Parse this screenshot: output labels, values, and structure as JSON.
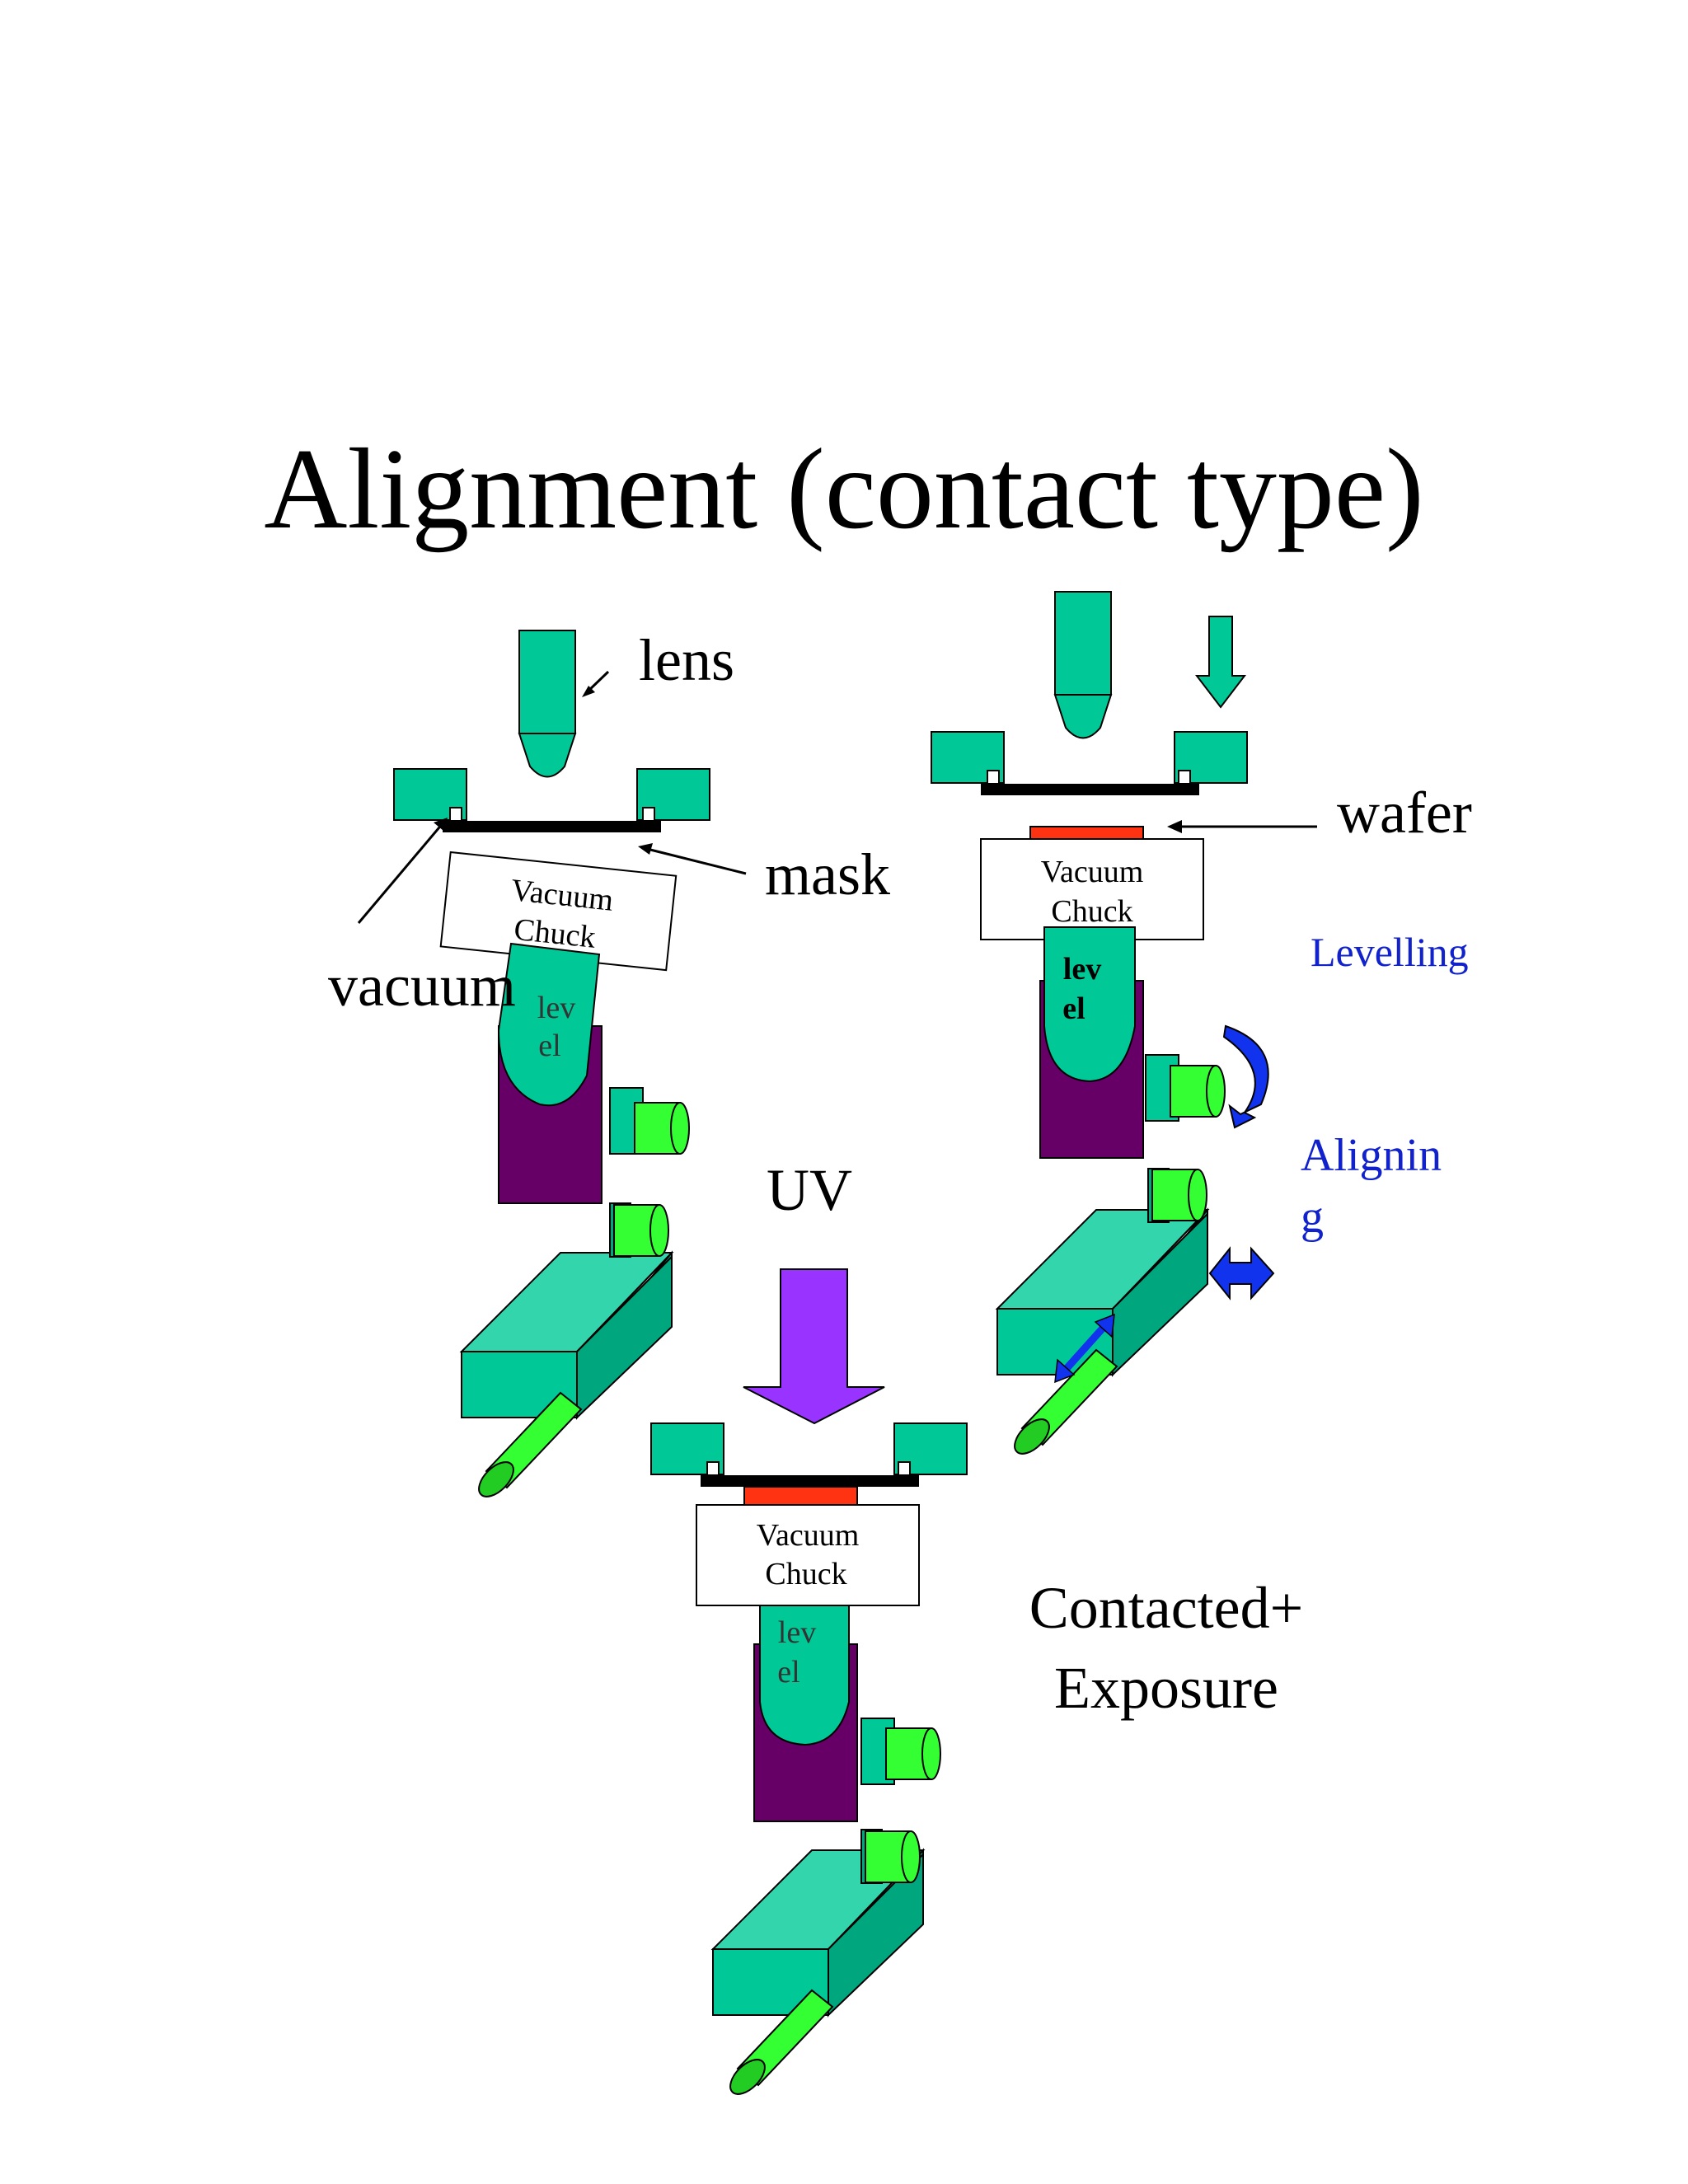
{
  "title": "Alignment (contact type)",
  "labels": {
    "lens": "lens",
    "mask": "mask",
    "vacuum": "vacuum",
    "wafer": "wafer",
    "uv": "UV",
    "levelling": "Levelling",
    "aligning_line1": "Alignin",
    "aligning_line2": "g",
    "contacted_line1": "Contacted+",
    "contacted_line2": "Exposure"
  },
  "chuck_label_line1": "Vacuum",
  "chuck_label_line2": "Chuck",
  "level_label_line1": "lev",
  "level_label_line2": "el",
  "colors": {
    "teal": "#00C896",
    "teal_light": "#33D6AC",
    "teal_dark": "#00A67E",
    "purple_stage": "#660066",
    "green_knob": "#33FF33",
    "green_knob_dark": "#22CC22",
    "wafer_red": "#FF3311",
    "mask_black": "#000000",
    "blue_arrow": "#1133EE",
    "uv_purple": "#9933FF",
    "blue_text": "#1122CC"
  },
  "icons": [
    "lens-icon",
    "uv-arrow-icon",
    "rotate-arrow-icon",
    "double-arrow-icon",
    "diagonal-double-arrow-icon",
    "down-arrow-icon"
  ]
}
